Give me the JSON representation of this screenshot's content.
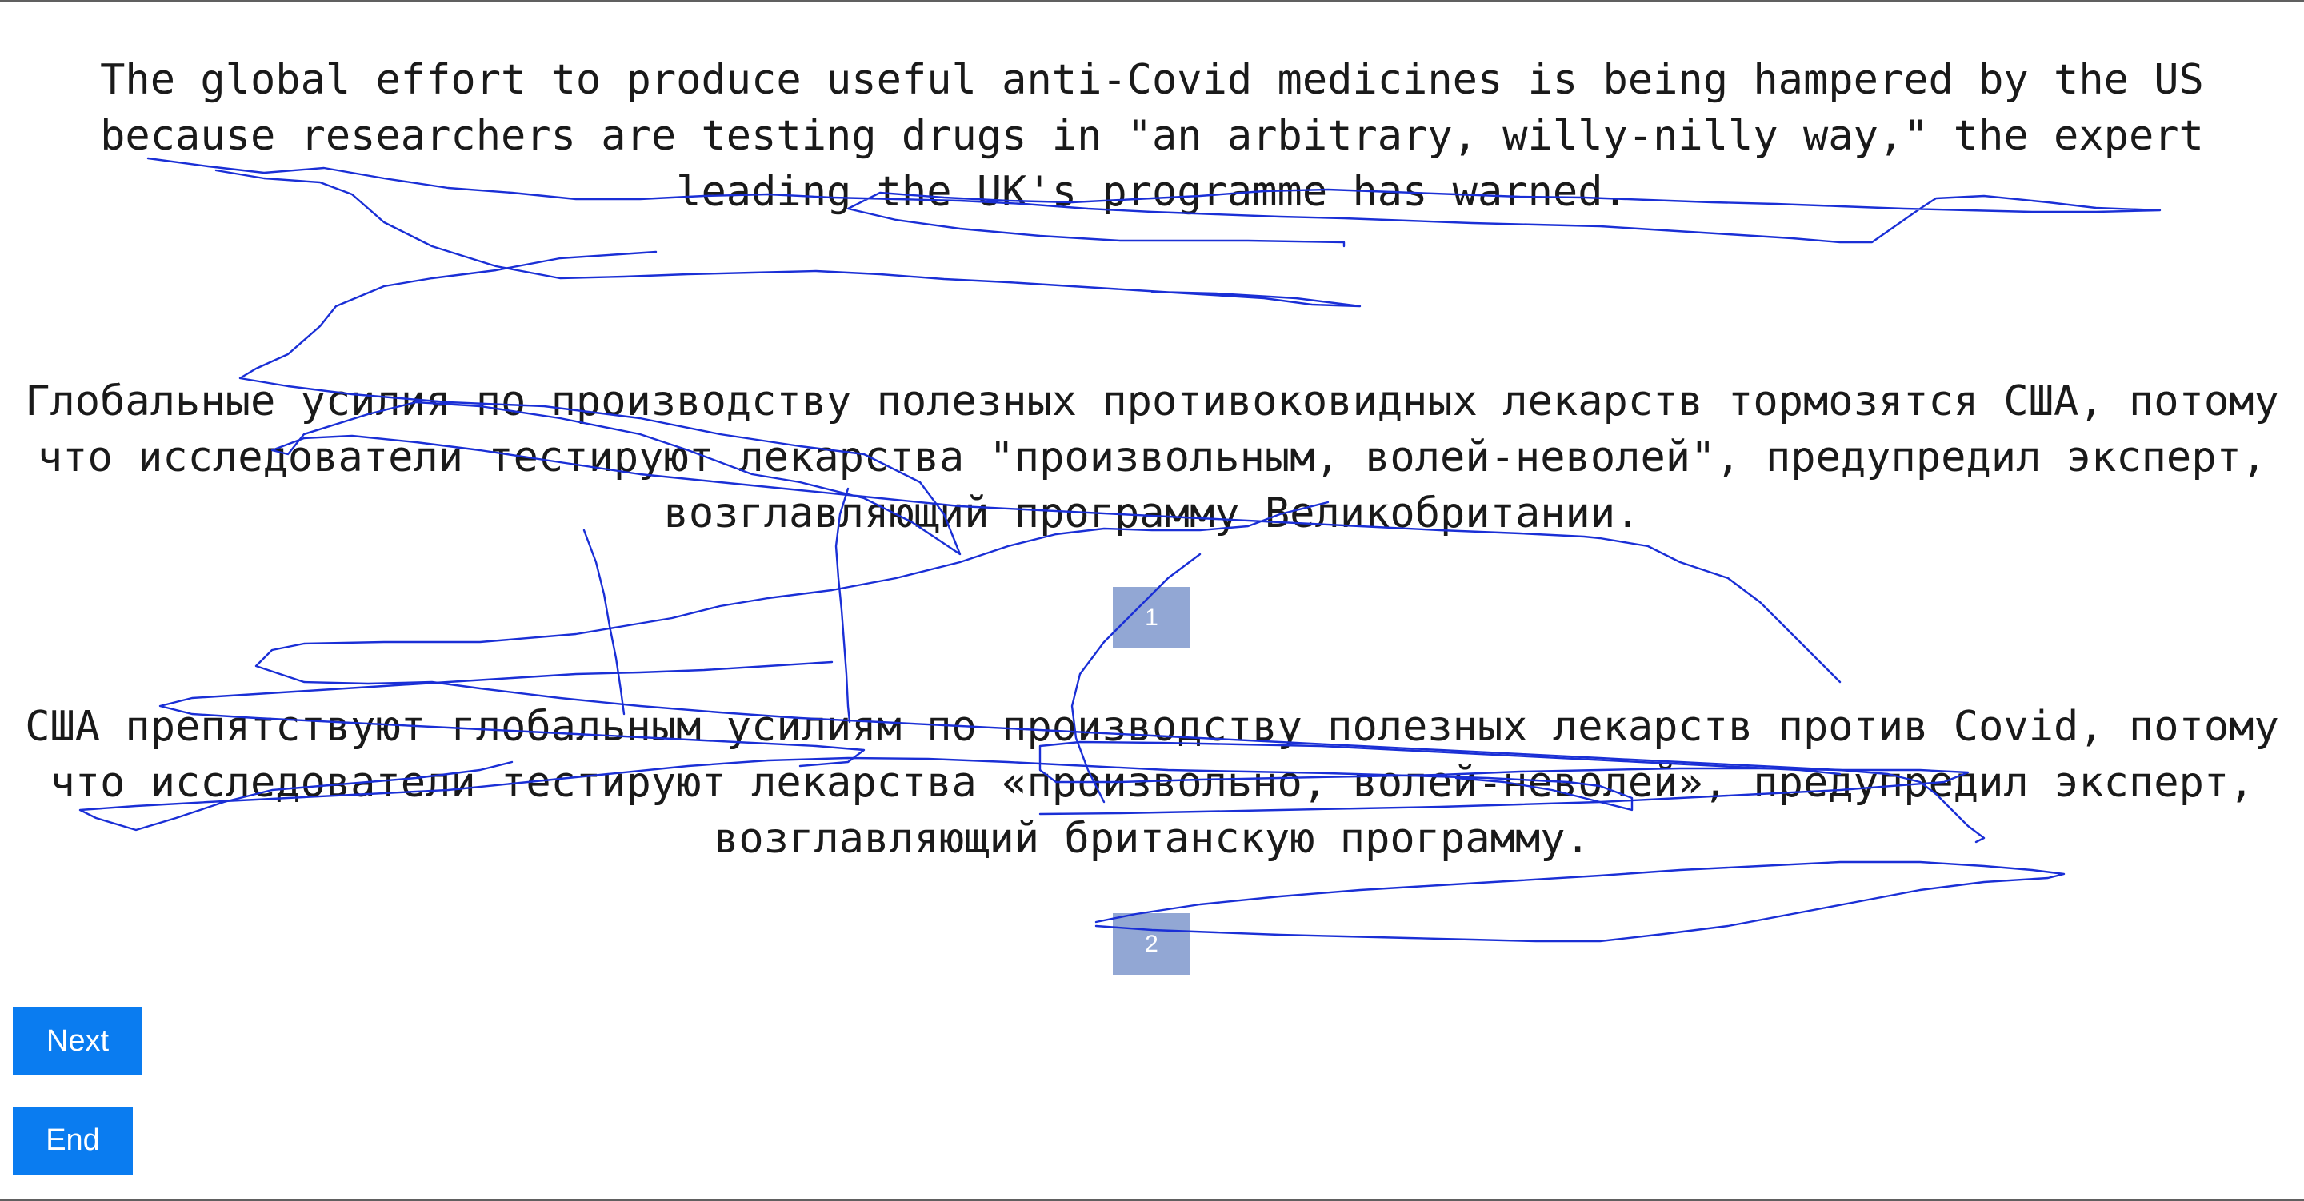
{
  "source_text": "The global effort to produce useful anti-Covid medicines is being hampered by the US because researchers are testing drugs in \"an arbitrary, willy-nilly way,\" the expert leading the UK's programme has warned.",
  "translations": [
    {
      "text": "Глобальные усилия по производству полезных противоковидных лекарств тормозятся США, потому что исследователи тестируют лекарства \"произвольным, волей-неволей\", предупредил эксперт, возглавляющий программу Великобритании.",
      "rank_label": "1"
    },
    {
      "text": "США препятствуют глобальным усилиям по производству полезных лекарств против Covid, потому что исследователи тестируют лекарства «произвольно, волей-неволей», предупредил эксперт, возглавляющий британскую программу.",
      "rank_label": "2"
    }
  ],
  "buttons": {
    "next_label": "Next",
    "end_label": "End"
  },
  "colors": {
    "rank_box": "#92a7d4",
    "button": "#0a7cf0",
    "scribble": "#1a2fd6"
  }
}
